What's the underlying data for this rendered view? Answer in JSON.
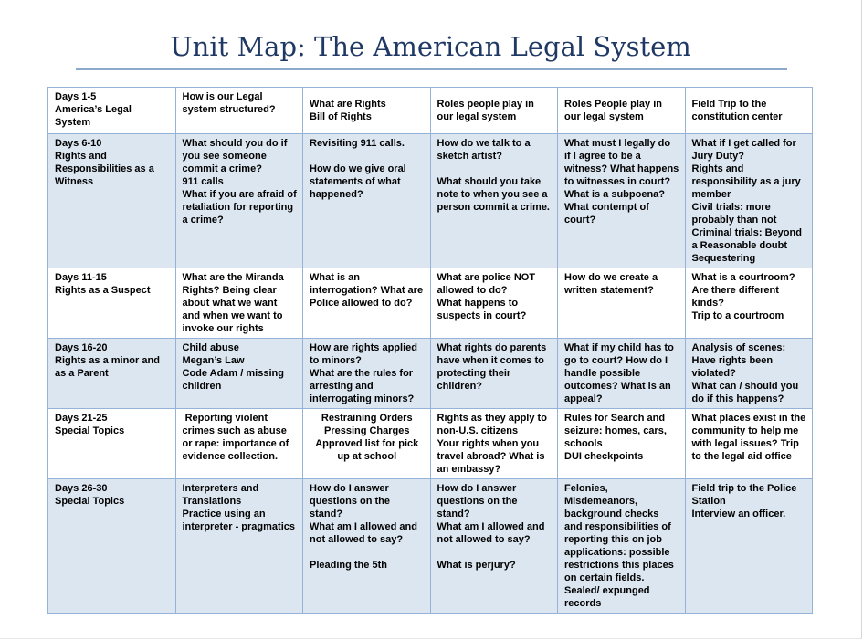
{
  "page": {
    "title": "Unit Map: The American Legal System"
  },
  "colors": {
    "title": "#1f3864",
    "rule": "#8ba9cb",
    "table_border": "#95b3d7",
    "row_shade": "#dce6f1"
  },
  "table": {
    "columns": 6,
    "centered_cells": [
      [
        4,
        2
      ]
    ],
    "rows": [
      {
        "cells": [
          "Days 1-5\nAmerica’s Legal System",
          "How is our Legal system structured?",
          "What are Rights\nBill of Rights",
          "Roles people play in our legal system",
          "Roles People play in our legal system",
          "Field Trip to the constitution center"
        ]
      },
      {
        "cells": [
          "Days 6-10\nRights and Responsibilities as a Witness",
          "What should you do if you see someone commit a crime?\n911 calls\nWhat if you are afraid of retaliation for reporting a crime?",
          "Revisiting 911 calls.\n\nHow do we give oral statements of what happened?",
          "How do we talk to a sketch artist?\n\nWhat should you take note to when you see a person commit a crime.",
          "What must I legally do if I agree to be a witness? What happens to witnesses in court? What is a subpoena? What contempt of court?",
          "What if I get called for Jury Duty?\nRights and responsibility as a jury member\nCivil trials: more probably than not\nCriminal trials: Beyond a Reasonable doubt\nSequestering"
        ]
      },
      {
        "cells": [
          "Days 11-15\nRights as a Suspect",
          "What are the Miranda Rights? Being clear about what we want and when we want to invoke our rights",
          "What is an interrogation? What are Police allowed to do?",
          "What are police NOT allowed to do?\nWhat happens to suspects in court?",
          "How do we create a written statement?",
          "What is a courtroom?\nAre there different kinds?\nTrip to a courtroom"
        ]
      },
      {
        "cells": [
          "Days 16-20\nRights as a minor and as a Parent",
          "Child abuse\nMegan’s Law\nCode Adam / missing children",
          "How are rights applied to minors?\nWhat are the rules for arresting and interrogating minors?",
          "What rights do parents have when it comes to protecting their children?",
          "What if my child has to go to court? How do I handle possible outcomes? What is an appeal?",
          "Analysis of scenes: Have rights been violated?\nWhat can / should you do if this happens?"
        ]
      },
      {
        "cells": [
          "Days 21-25\nSpecial Topics",
          " Reporting violent crimes such as abuse or rape: importance of evidence collection.",
          "Restraining Orders\nPressing Charges\nApproved list for pick up at school",
          "Rights as they apply to non-U.S. citizens\nYour rights when you travel abroad? What is an embassy?",
          "Rules for Search and seizure: homes, cars, schools\nDUI checkpoints",
          "What places exist in the community to help me with legal issues? Trip to the legal aid office"
        ]
      },
      {
        "cells": [
          "Days 26-30\nSpecial Topics",
          "Interpreters and Translations\nPractice using an interpreter - pragmatics",
          "How do I answer questions on the stand?\nWhat am I allowed and not allowed to say?\n\nPleading the 5th",
          "How do I answer questions on the stand?\nWhat am I allowed and not allowed to say?\n\nWhat is perjury?",
          "Felonies, Misdemeanors, background checks and responsibilities of reporting this on job applications: possible restrictions this places on certain fields. Sealed/ expunged records",
          "Field trip to the Police Station\nInterview an officer."
        ]
      }
    ]
  }
}
